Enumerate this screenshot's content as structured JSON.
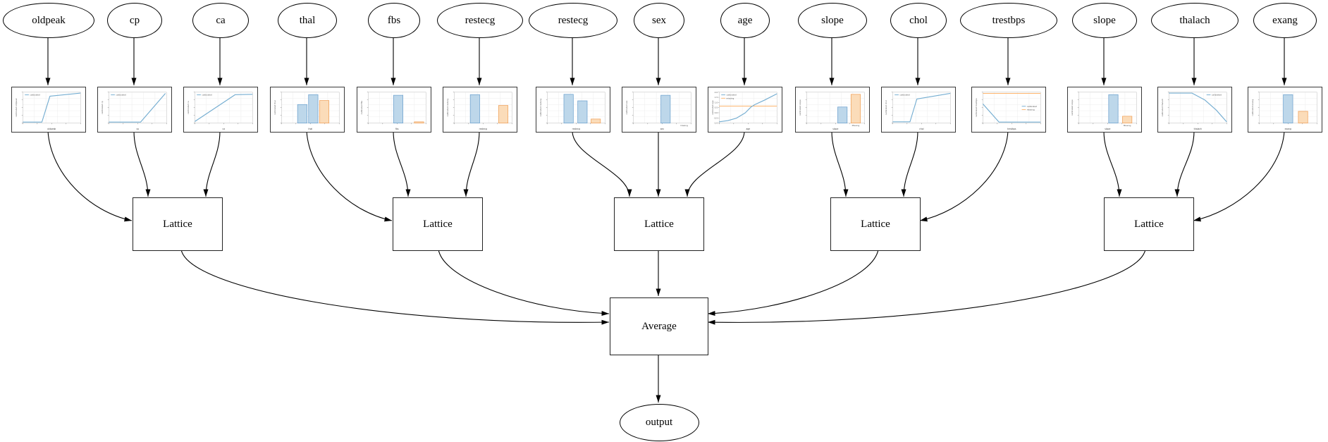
{
  "nodes": {
    "lattice_label": "Lattice",
    "average_label": "Average",
    "output_label": "output"
  },
  "colors": {
    "line_blue": "#74add1",
    "line_orange": "#fdb56e",
    "bar_blue_fill": "#bdd7ea",
    "bar_blue_edge": "#6fa3cf",
    "bar_orange_fill": "#fbdcb9",
    "bar_orange_edge": "#f0a25c",
    "edge_color": "#000000"
  },
  "features": [
    {
      "name": "oldpeak",
      "chart": {
        "type": "line",
        "xlabel": "oldpeak",
        "ylabel": "calibrated oldpeak",
        "legend_pos": "tl",
        "legend": [
          {
            "label": "calibrated",
            "color": "blue"
          }
        ],
        "points": [
          [
            0,
            0.03
          ],
          [
            0.33,
            0.03
          ],
          [
            0.47,
            0.87
          ],
          [
            1,
            0.97
          ]
        ]
      }
    },
    {
      "name": "cp",
      "chart": {
        "type": "line",
        "xlabel": "cp",
        "ylabel": "calibrated cp",
        "legend_pos": "tl",
        "legend": [
          {
            "label": "calibrated",
            "color": "blue"
          }
        ],
        "points": [
          [
            0,
            0.03
          ],
          [
            0.55,
            0.03
          ],
          [
            0.98,
            0.96
          ]
        ]
      }
    },
    {
      "name": "ca",
      "chart": {
        "type": "line",
        "xlabel": "ca",
        "ylabel": "calibrated ca",
        "legend_pos": "tl",
        "legend": [
          {
            "label": "calibrated",
            "color": "blue"
          }
        ],
        "points": [
          [
            0,
            0.05
          ],
          [
            0.7,
            0.92
          ],
          [
            1,
            0.93
          ]
        ]
      }
    },
    {
      "name": "thal",
      "chart": {
        "type": "bar",
        "xlabel": "thal",
        "ylabel": "calibrated thal",
        "bars": [
          {
            "pos": 0.36,
            "h": 0.6,
            "color": "blue"
          },
          {
            "pos": 0.55,
            "h": 0.92,
            "color": "blue"
          },
          {
            "pos": 0.74,
            "h": 0.73,
            "color": "orange"
          }
        ]
      }
    },
    {
      "name": "fbs",
      "chart": {
        "type": "bar",
        "xlabel": "fbs",
        "ylabel": "calibrated fbs",
        "bars": [
          {
            "pos": 0.52,
            "h": 0.9,
            "color": "blue"
          },
          {
            "pos": 0.88,
            "h": 0.04,
            "color": "orange"
          }
        ]
      }
    },
    {
      "name": "restecg",
      "chart": {
        "type": "bar",
        "xlabel": "restecg",
        "ylabel": "calibrated restecg",
        "bars": [
          {
            "pos": 0.36,
            "h": 0.92,
            "color": "blue"
          },
          {
            "pos": 0.85,
            "h": 0.57,
            "color": "orange"
          }
        ]
      }
    },
    {
      "name": "restecg",
      "chart": {
        "type": "bar",
        "xlabel": "restecg",
        "ylabel": "calibrated restecg",
        "bars": [
          {
            "pos": 0.37,
            "h": 0.93,
            "color": "blue"
          },
          {
            "pos": 0.61,
            "h": 0.72,
            "color": "blue"
          },
          {
            "pos": 0.84,
            "h": 0.13,
            "color": "orange"
          }
        ]
      }
    },
    {
      "name": "sex",
      "chart": {
        "type": "bar",
        "xlabel": "sex",
        "ylabel": "calibrated sex",
        "bars": [
          {
            "pos": 0.56,
            "h": 0.9,
            "color": "blue"
          }
        ],
        "x_ticks": [
          {
            "pos": 0.88,
            "label": "missing"
          }
        ]
      }
    },
    {
      "name": "age",
      "chart": {
        "type": "line",
        "xlabel": "age",
        "ylabel": "calibrated age",
        "legend_pos": "tl",
        "legend": [
          {
            "label": "calibrated",
            "color": "blue"
          },
          {
            "label": "missing",
            "color": "orange"
          }
        ],
        "points": [
          [
            0,
            0.04
          ],
          [
            0.15,
            0.08
          ],
          [
            0.3,
            0.16
          ],
          [
            0.45,
            0.33
          ],
          [
            0.55,
            0.52
          ],
          [
            0.62,
            0.6
          ],
          [
            0.78,
            0.74
          ],
          [
            1,
            0.95
          ]
        ],
        "missing_y": 0.55,
        "y_ticks": [
          "2.0",
          "1.5",
          "1.0",
          "0.5",
          "0.0",
          "-0.5",
          "-1.0"
        ]
      }
    },
    {
      "name": "slope",
      "chart": {
        "type": "bar",
        "xlabel": "slope",
        "ylabel": "calibrated slope",
        "bars": [
          {
            "pos": 0.62,
            "h": 0.52,
            "color": "blue"
          },
          {
            "pos": 0.85,
            "h": 0.93,
            "color": "orange"
          }
        ],
        "x_ticks": [
          {
            "pos": 0.85,
            "label": "Missing"
          }
        ]
      }
    },
    {
      "name": "chol",
      "chart": {
        "type": "line",
        "xlabel": "chol",
        "ylabel": "calibrated chol",
        "legend_pos": "tl",
        "legend": [
          {
            "label": "calibrated",
            "color": "blue"
          }
        ],
        "points": [
          [
            0,
            0.04
          ],
          [
            0.3,
            0.04
          ],
          [
            0.42,
            0.78
          ],
          [
            1,
            0.96
          ]
        ]
      }
    },
    {
      "name": "trestbps",
      "chart": {
        "type": "line",
        "xlabel": "trestbps",
        "ylabel": "calibrated trestbps",
        "legend_pos": "mr",
        "legend": [
          {
            "label": "calibrated",
            "color": "blue"
          },
          {
            "label": "missing",
            "color": "orange"
          }
        ],
        "points": [
          [
            0,
            0.62
          ],
          [
            0.28,
            0.03
          ],
          [
            1,
            0.03
          ]
        ],
        "missing_y": 0.96
      }
    },
    {
      "name": "slope",
      "chart": {
        "type": "bar",
        "xlabel": "slope",
        "ylabel": "calibrated slope",
        "bars": [
          {
            "pos": 0.6,
            "h": 0.92,
            "color": "blue"
          },
          {
            "pos": 0.84,
            "h": 0.22,
            "color": "orange"
          }
        ],
        "x_ticks": [
          {
            "pos": 0.84,
            "label": "Missing"
          }
        ]
      }
    },
    {
      "name": "thalach",
      "chart": {
        "type": "line",
        "xlabel": "thalach",
        "ylabel": "calibrated thalach",
        "legend_pos": "tr",
        "legend": [
          {
            "label": "calibrated",
            "color": "blue"
          }
        ],
        "points": [
          [
            0,
            0.97
          ],
          [
            0.4,
            0.97
          ],
          [
            0.62,
            0.75
          ],
          [
            0.82,
            0.42
          ],
          [
            1,
            0.04
          ]
        ]
      }
    },
    {
      "name": "exang",
      "chart": {
        "type": "bar",
        "xlabel": "exang",
        "ylabel": "calibrated exang",
        "bars": [
          {
            "pos": 0.5,
            "h": 0.92,
            "color": "blue"
          },
          {
            "pos": 0.76,
            "h": 0.38,
            "color": "orange"
          }
        ]
      }
    }
  ],
  "groups": [
    [
      0,
      1,
      2
    ],
    [
      3,
      4,
      5
    ],
    [
      6,
      7,
      8
    ],
    [
      9,
      10,
      11
    ],
    [
      12,
      13,
      14
    ]
  ]
}
